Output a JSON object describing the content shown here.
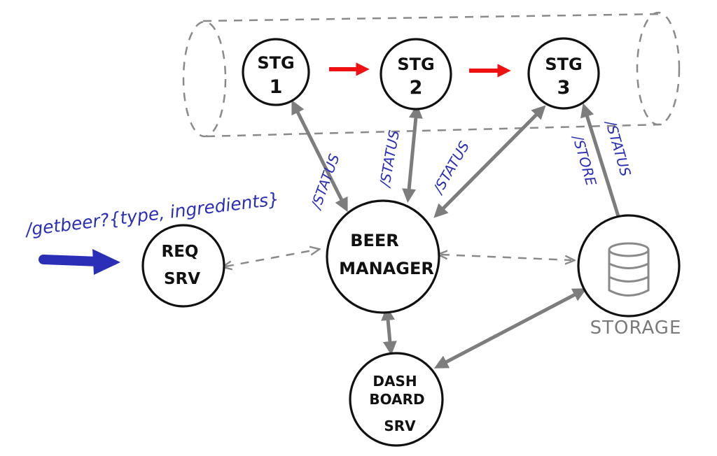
{
  "nodes": {
    "stg1": {
      "line1": "STG",
      "line2": "1"
    },
    "stg2": {
      "line1": "STG",
      "line2": "2"
    },
    "stg3": {
      "line1": "STG",
      "line2": "3"
    },
    "beer_manager": {
      "line1": "BEER",
      "line2": "MANAGER"
    },
    "req_srv": {
      "line1": "REQ",
      "line2": "SRV"
    },
    "dashboard_srv": {
      "line1": "DASH",
      "line2": "BOARD",
      "line3": "SRV"
    },
    "storage": {
      "label": "STORAGE",
      "icon": "database-icon"
    }
  },
  "edge_labels": {
    "status1": "/STATUS",
    "status2": "/STATUS",
    "status3": "/STATUS",
    "store": "/STORE",
    "status4": "/STATUS"
  },
  "request": {
    "endpoint": "/getbeer?{type, ingredients}"
  },
  "colors": {
    "pipeline_arrow": "#ee1111",
    "request_arrow": "#2b2fb8",
    "connector": "#7d7d7d",
    "annotation": "#2b2fb8"
  }
}
